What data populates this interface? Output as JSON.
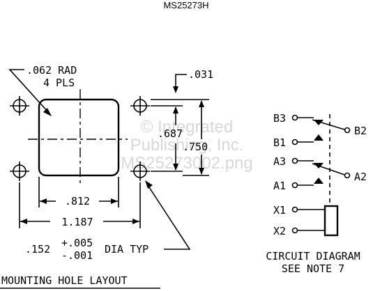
{
  "title": "MS25273H",
  "watermark": [
    "© Integrated",
    "Publishing, Inc.",
    "MS25273002.png"
  ],
  "mounting": {
    "radius_label_line1": ".062 RAD",
    "radius_label_line2": "4 PLS",
    "dim_031": ".031",
    "dim_687": ".687",
    "dim_750": ".750",
    "dim_812": ".812",
    "dim_1187": "1.187",
    "hole_dia": ".152",
    "hole_tol_plus": "+.005",
    "hole_tol_minus": "-.001",
    "hole_note": "DIA TYP",
    "caption": "MOUNTING HOLE LAYOUT"
  },
  "circuit": {
    "terminals": {
      "B3": "B3",
      "B1": "B1",
      "B2": "B2",
      "A3": "A3",
      "A1": "A1",
      "A2": "A2",
      "X1": "X1",
      "X2": "X2"
    },
    "caption_line1": "CIRCUIT DIAGRAM",
    "caption_line2": "SEE NOTE 7"
  }
}
